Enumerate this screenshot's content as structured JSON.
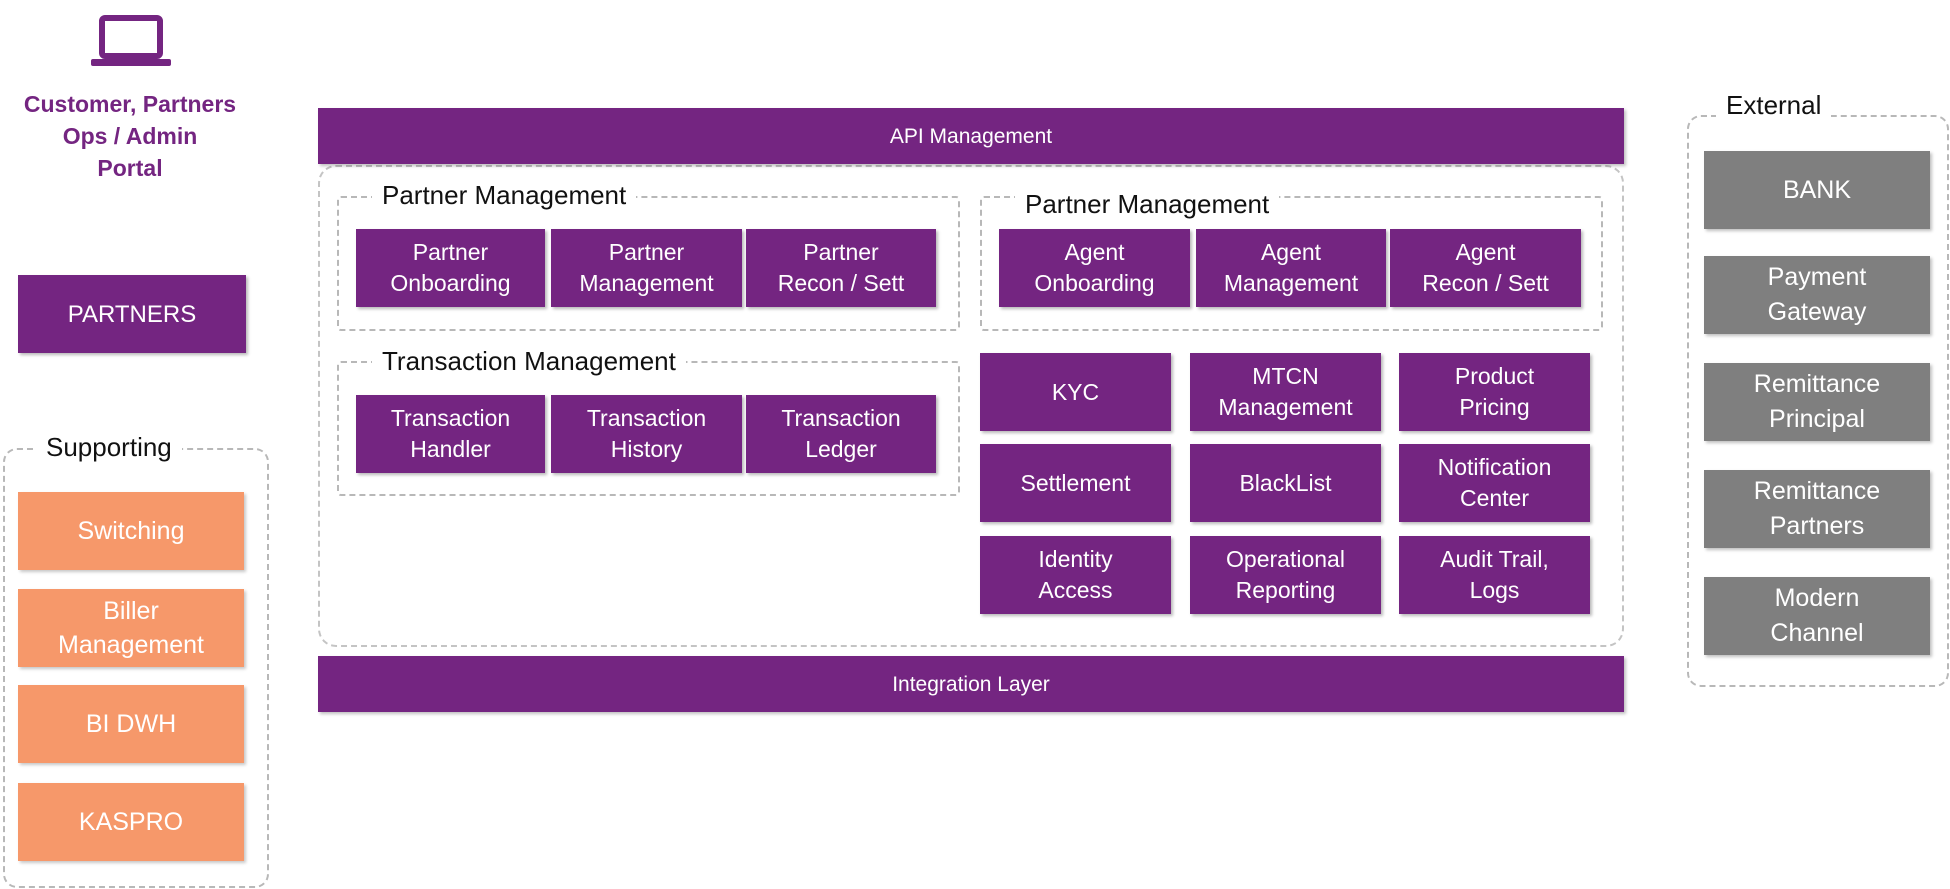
{
  "portal": {
    "icon": "laptop-icon",
    "label": "Customer, Partners\nOps / Admin\nPortal"
  },
  "partners_box": "PARTNERS",
  "supporting": {
    "title": "Supporting",
    "items": [
      "Switching",
      "Biller\nManagement",
      "BI DWH",
      "KASPRO"
    ]
  },
  "api_management": "API Management",
  "integration_layer": "Integration Layer",
  "partner_group": {
    "title": "Partner Management",
    "items": [
      "Partner\nOnboarding",
      "Partner\nManagement",
      "Partner\nRecon / Sett"
    ]
  },
  "agent_group": {
    "title": "Partner Management",
    "items": [
      "Agent\nOnboarding",
      "Agent\nManagement",
      "Agent\nRecon / Sett"
    ]
  },
  "transaction_group": {
    "title": "Transaction Management",
    "items": [
      "Transaction\nHandler",
      "Transaction\nHistory",
      "Transaction\nLedger"
    ]
  },
  "services": [
    "KYC",
    "MTCN\nManagement",
    "Product\nPricing",
    "Settlement",
    "BlackList",
    "Notification\nCenter",
    "Identity\nAccess",
    "Operational\nReporting",
    "Audit Trail,\nLogs"
  ],
  "external": {
    "title": "External",
    "items": [
      "BANK",
      "Payment\nGateway",
      "Remittance\nPrincipal",
      "Remittance\nPartners",
      "Modern\nChannel"
    ]
  },
  "colors": {
    "purple": "#742581",
    "orange": "#f6986a",
    "gray": "#7f7f7f"
  }
}
